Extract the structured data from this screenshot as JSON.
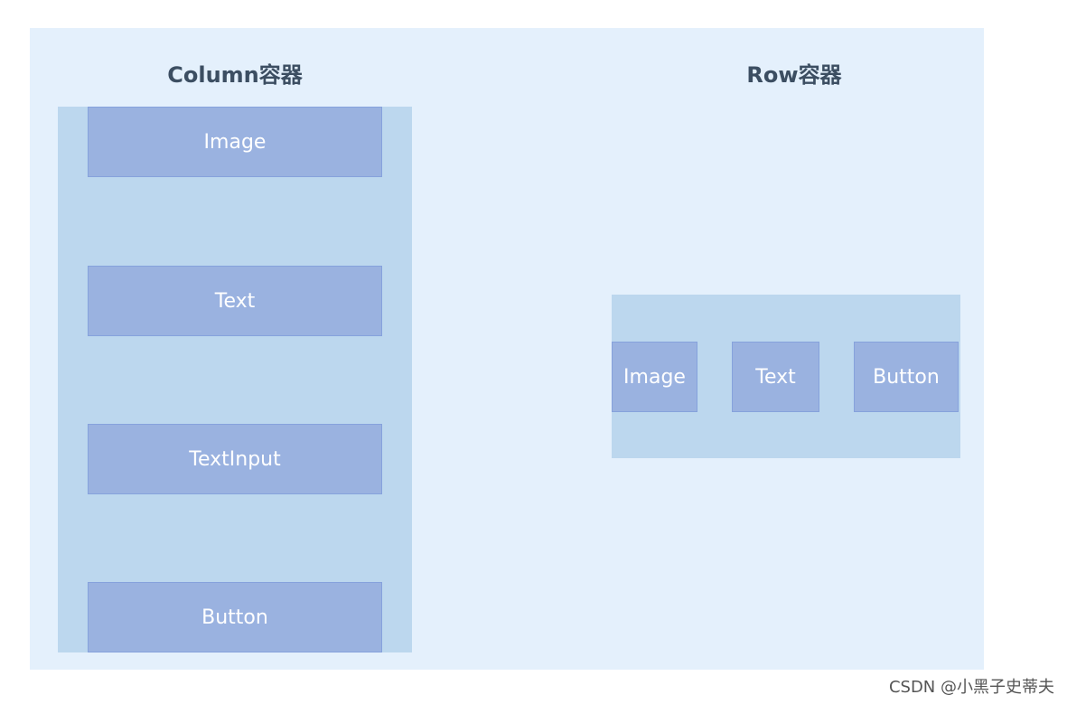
{
  "column_section": {
    "title": "Column容器",
    "items": [
      {
        "label": "Image"
      },
      {
        "label": "Text"
      },
      {
        "label": "TextInput"
      },
      {
        "label": "Button"
      }
    ]
  },
  "row_section": {
    "title": "Row容器",
    "items": [
      {
        "label": "Image"
      },
      {
        "label": "Text"
      },
      {
        "label": "Button"
      }
    ]
  },
  "watermark": "CSDN @小黑子史蒂夫",
  "colors": {
    "canvas_background": "#e4f0fc",
    "container_fill": "#bcd7ee",
    "item_fill": "#9ab2e0",
    "item_border": "#86a2dc",
    "title_text": "#3c4e62",
    "item_text": "#ffffff"
  }
}
